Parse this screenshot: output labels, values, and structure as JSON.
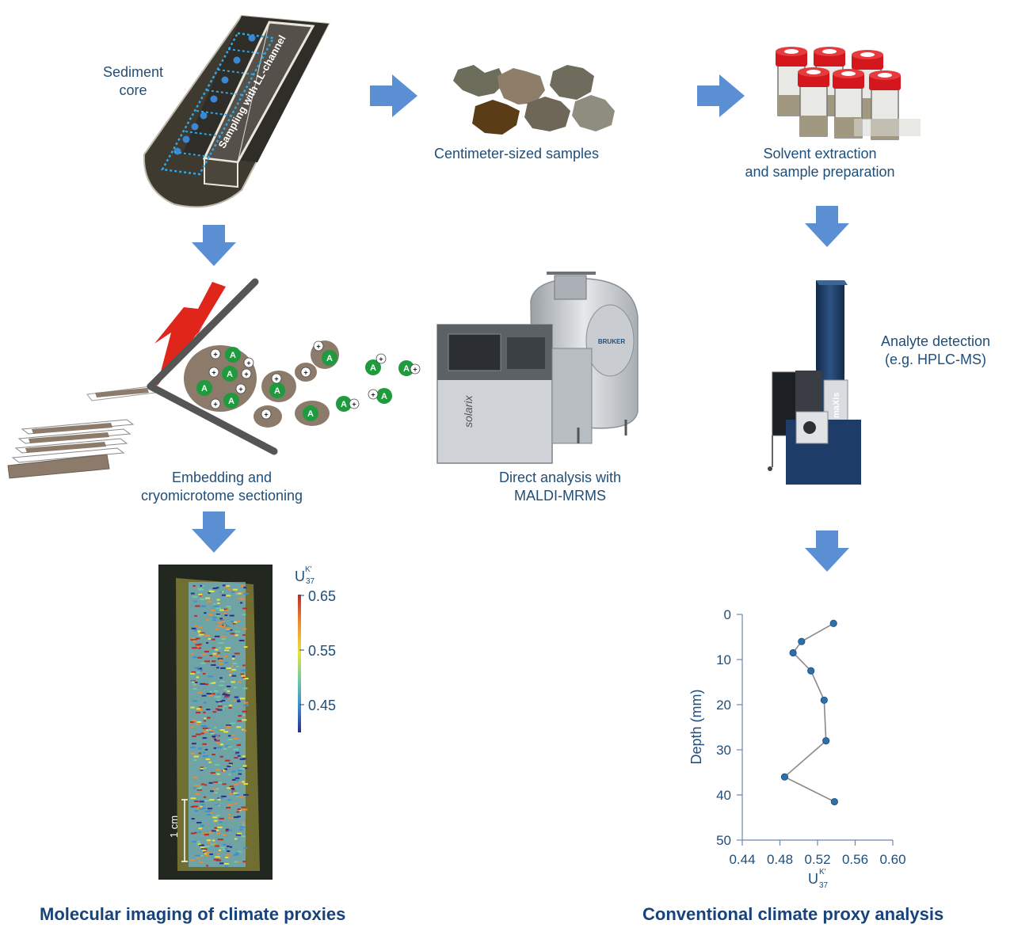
{
  "labels": {
    "sediment_core_line1": "Sediment",
    "sediment_core_line2": "core",
    "llchannel": "Sampling with LL-channel",
    "cm_samples": "Centimeter-sized samples",
    "solvent_line1": "Solvent extraction",
    "solvent_line2": "and sample preparation",
    "analyte_line1": "Analyte detection",
    "analyte_line2": "(e.g. HPLC-MS)",
    "embedding_line1": "Embedding and",
    "embedding_line2": "cryomicrotome sectioning",
    "direct_line1": "Direct analysis with",
    "direct_line2": "MALDI-MRMS",
    "scale_bar": "1 cm",
    "analyte_symbol": "A",
    "ion_symbol": "+",
    "instrument_brand": "BRUKER",
    "instrument_solarix": "solarix",
    "instrument_maxis": "maXis"
  },
  "titles": {
    "left": "Molecular imaging of climate proxies",
    "right": "Conventional climate proxy analysis"
  },
  "colorbar": {
    "label_main": "U",
    "label_sup": "K'",
    "label_sub": "37",
    "ticks": [
      "0.65",
      "0.55",
      "0.45"
    ]
  },
  "colors": {
    "text": "#1f4e79",
    "arrow": "#5b8fd3",
    "title": "#17437a",
    "series": "#2e6fa8",
    "analyte_green": "#1f9a3e",
    "laser_red": "#e0251b"
  },
  "chart_data": {
    "type": "line",
    "title": "",
    "xlabel": "U",
    "xlabel_sup": "K'",
    "xlabel_sub": "37",
    "ylabel": "Depth (mm)",
    "xlim": [
      0.44,
      0.6
    ],
    "ylim": [
      0,
      50
    ],
    "y_inverted": true,
    "xticks": [
      "0.44",
      "0.48",
      "0.52",
      "0.56",
      "0.60"
    ],
    "yticks": [
      "0",
      "10",
      "20",
      "30",
      "40",
      "50"
    ],
    "grid": false,
    "series": [
      {
        "x": [
          0.537,
          0.503,
          0.494,
          0.513,
          0.527,
          0.529,
          0.485,
          0.538
        ],
        "y": [
          2,
          6,
          8.5,
          12.5,
          19,
          28,
          36,
          41.5
        ]
      }
    ]
  }
}
